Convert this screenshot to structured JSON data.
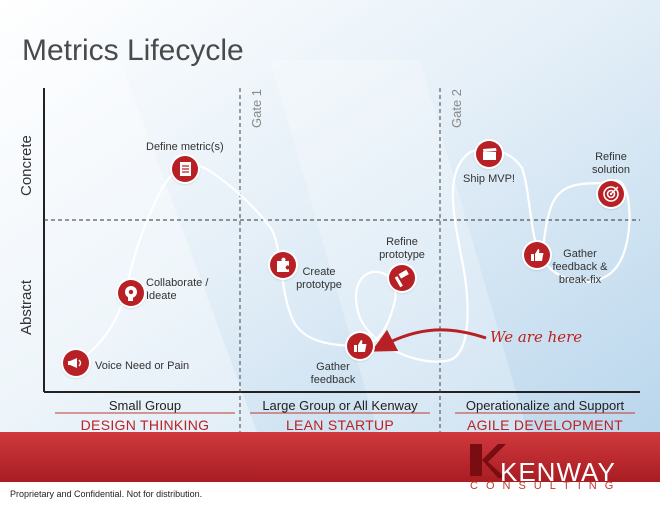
{
  "title": "Metrics Lifecycle",
  "axes": {
    "y_top": "Concrete",
    "y_bottom": "Abstract"
  },
  "gates": {
    "gate1": "Gate 1",
    "gate2": "Gate 2"
  },
  "steps": {
    "voice_need": "Voice Need or Pain",
    "collaborate": "Collaborate / Ideate",
    "define_metric": "Define metric(s)",
    "create_prototype": "Create prototype",
    "refine_prototype": "Refine prototype",
    "gather_feedback": "Gather feedback",
    "ship_mvp": "Ship MVP!",
    "gather_feedback_breakfix": "Gather feedback & break-fix",
    "refine_solution": "Refine solution"
  },
  "marker": "We are here",
  "phases": [
    {
      "group": "Small Group",
      "method": "DESIGN THINKING"
    },
    {
      "group": "Large Group or All Kenway",
      "method": "LEAN STARTUP"
    },
    {
      "group": "Operationalize and Support",
      "method": "AGILE DEVELOPMENT"
    }
  ],
  "footer": "Proprietary and Confidential.  Not for distribution.",
  "logo": {
    "name": "KENWAY",
    "sub": "CONSULTING"
  },
  "colors": {
    "accent": "#b72025",
    "sky": "#cfe3f3",
    "band": "#c0262c"
  },
  "icons": [
    "megaphone-icon",
    "brain-gear-icon",
    "checklist-icon",
    "puzzle-icon",
    "hammer-icon",
    "thumbs-up-icon",
    "clapperboard-icon",
    "thumbs-up-icon",
    "target-icon"
  ]
}
